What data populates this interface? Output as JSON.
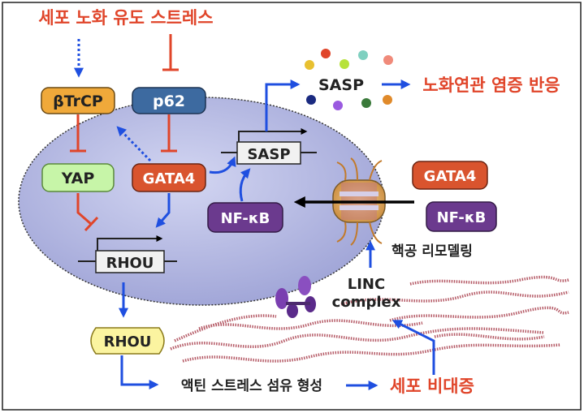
{
  "stress_label": "세포 노화 유도 스트레스",
  "nodes": {
    "btrcp": "βTrCP",
    "p62": "p62",
    "yap": "YAP",
    "gata4_nucleus": "GATA4",
    "rhou_gene": "RHOU",
    "sasp_gene": "SASP",
    "nfkb_nucleus": "NF-κB",
    "gata4_outside": "GATA4",
    "nfkb_outside": "NF-κB",
    "rhou_protein": "RHOU"
  },
  "sasp_label": "SASP",
  "sasp_outcome": "노화연관 염증 반응",
  "nuclear_remodeling": "핵공 리모델링",
  "linc_line1": "LINC",
  "linc_line2": "complex",
  "actin_label": "액틴 스트레스 섬유 형성",
  "hypertrophy": "세포 비대증",
  "colors": {
    "stress_red": "#e0452a",
    "activation_blue": "#1f4fe0",
    "nucleus": "#b9bde6",
    "orange_box": "#f0a93a",
    "blue_box": "#3d6aa0",
    "green_box": "#c7f5a8",
    "red_box": "#d9542e",
    "purple_box": "#6b3a8e",
    "yellow_box": "#fbf4a0"
  }
}
